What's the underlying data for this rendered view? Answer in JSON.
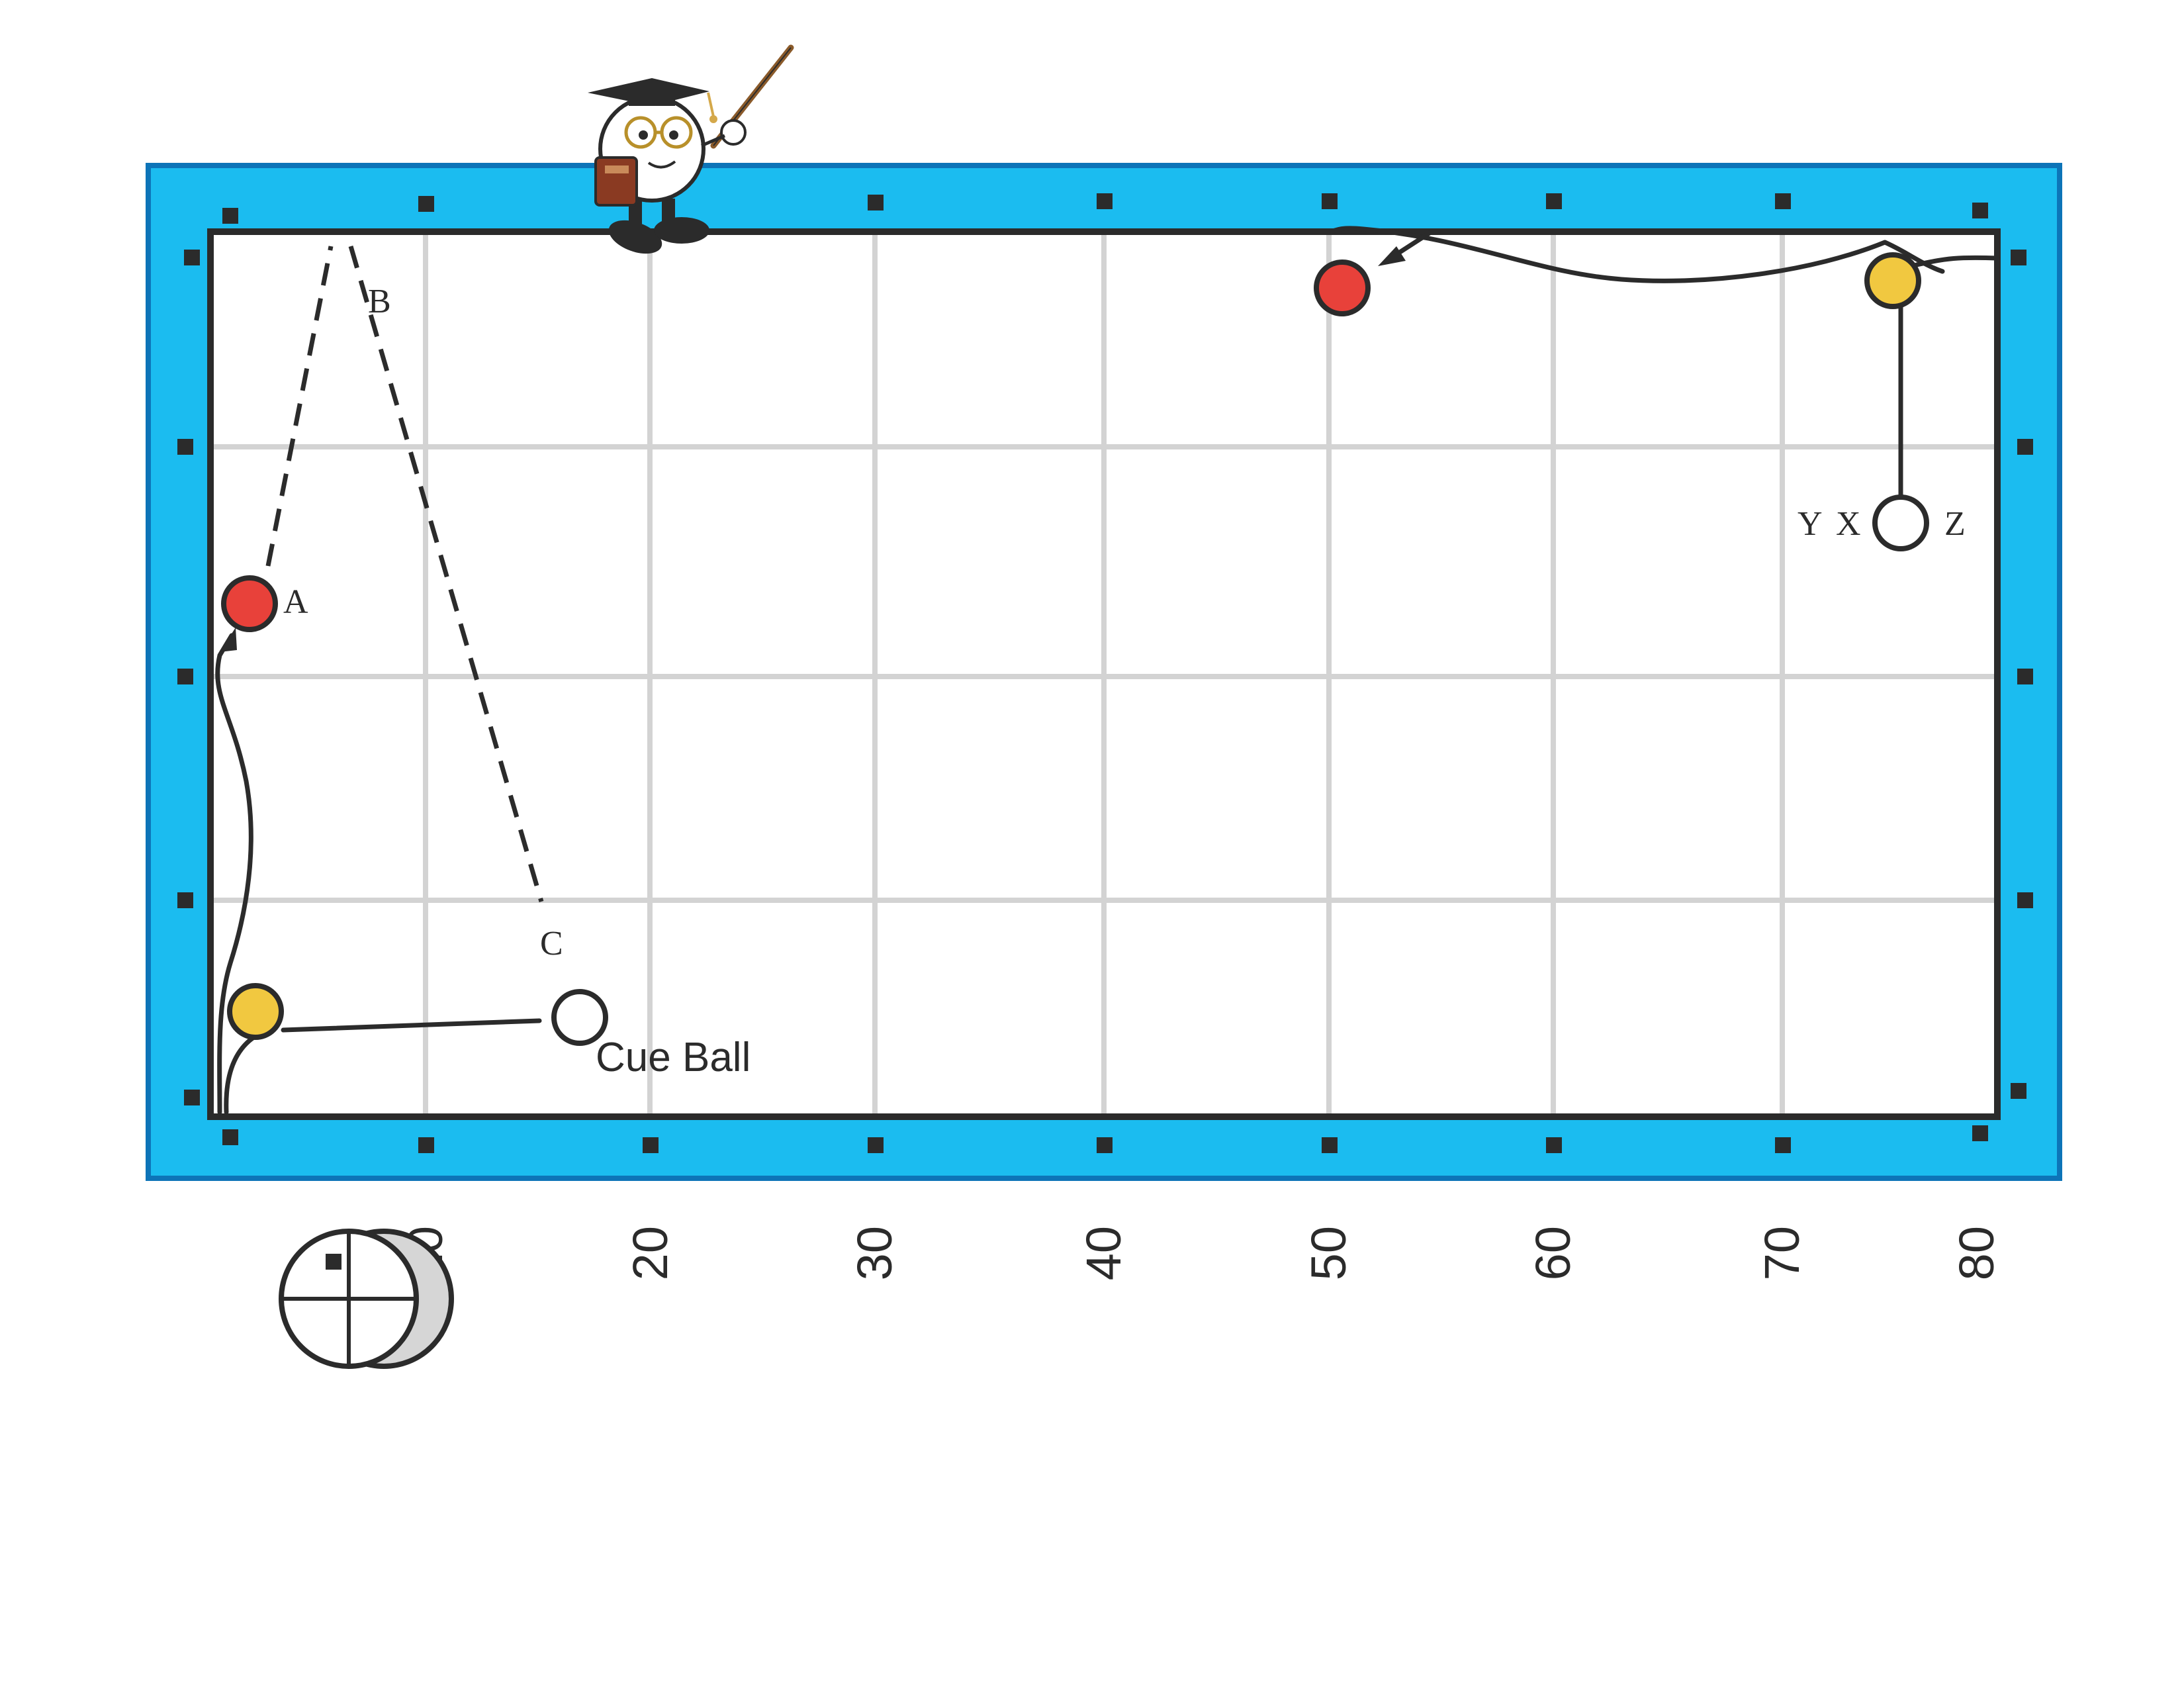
{
  "colors": {
    "rail": "#1bbcf0",
    "rail_edge": "#0d74b8",
    "cloth": "#ffffff",
    "grid": "#d3d3d3",
    "line": "#2b2b2b",
    "red_ball": "#e8413a",
    "yellow_ball": "#f1c840",
    "cue_ball": "#ffffff",
    "diamond": "#2b2b2b"
  },
  "scale_labels": [
    "10",
    "20",
    "30",
    "40",
    "50",
    "60",
    "70",
    "80"
  ],
  "labels": {
    "a": "A",
    "b": "B",
    "c": "C",
    "cue_ball": "Cue Ball",
    "y": "Y",
    "x": "X",
    "z": "Z"
  },
  "balls": [
    {
      "id": "red-ball-a",
      "kind": "red"
    },
    {
      "id": "red-ball-top",
      "kind": "red"
    },
    {
      "id": "yellow-ball-bottom-left",
      "kind": "yellow"
    },
    {
      "id": "yellow-ball-top-right",
      "kind": "yellow"
    },
    {
      "id": "cue-ball",
      "kind": "cue"
    },
    {
      "id": "cue-ball-xyz",
      "kind": "cue"
    }
  ],
  "icons": {
    "mascot": "professor-ball-mascot-icon",
    "cue_tip": "cue-tip-english-icon"
  }
}
